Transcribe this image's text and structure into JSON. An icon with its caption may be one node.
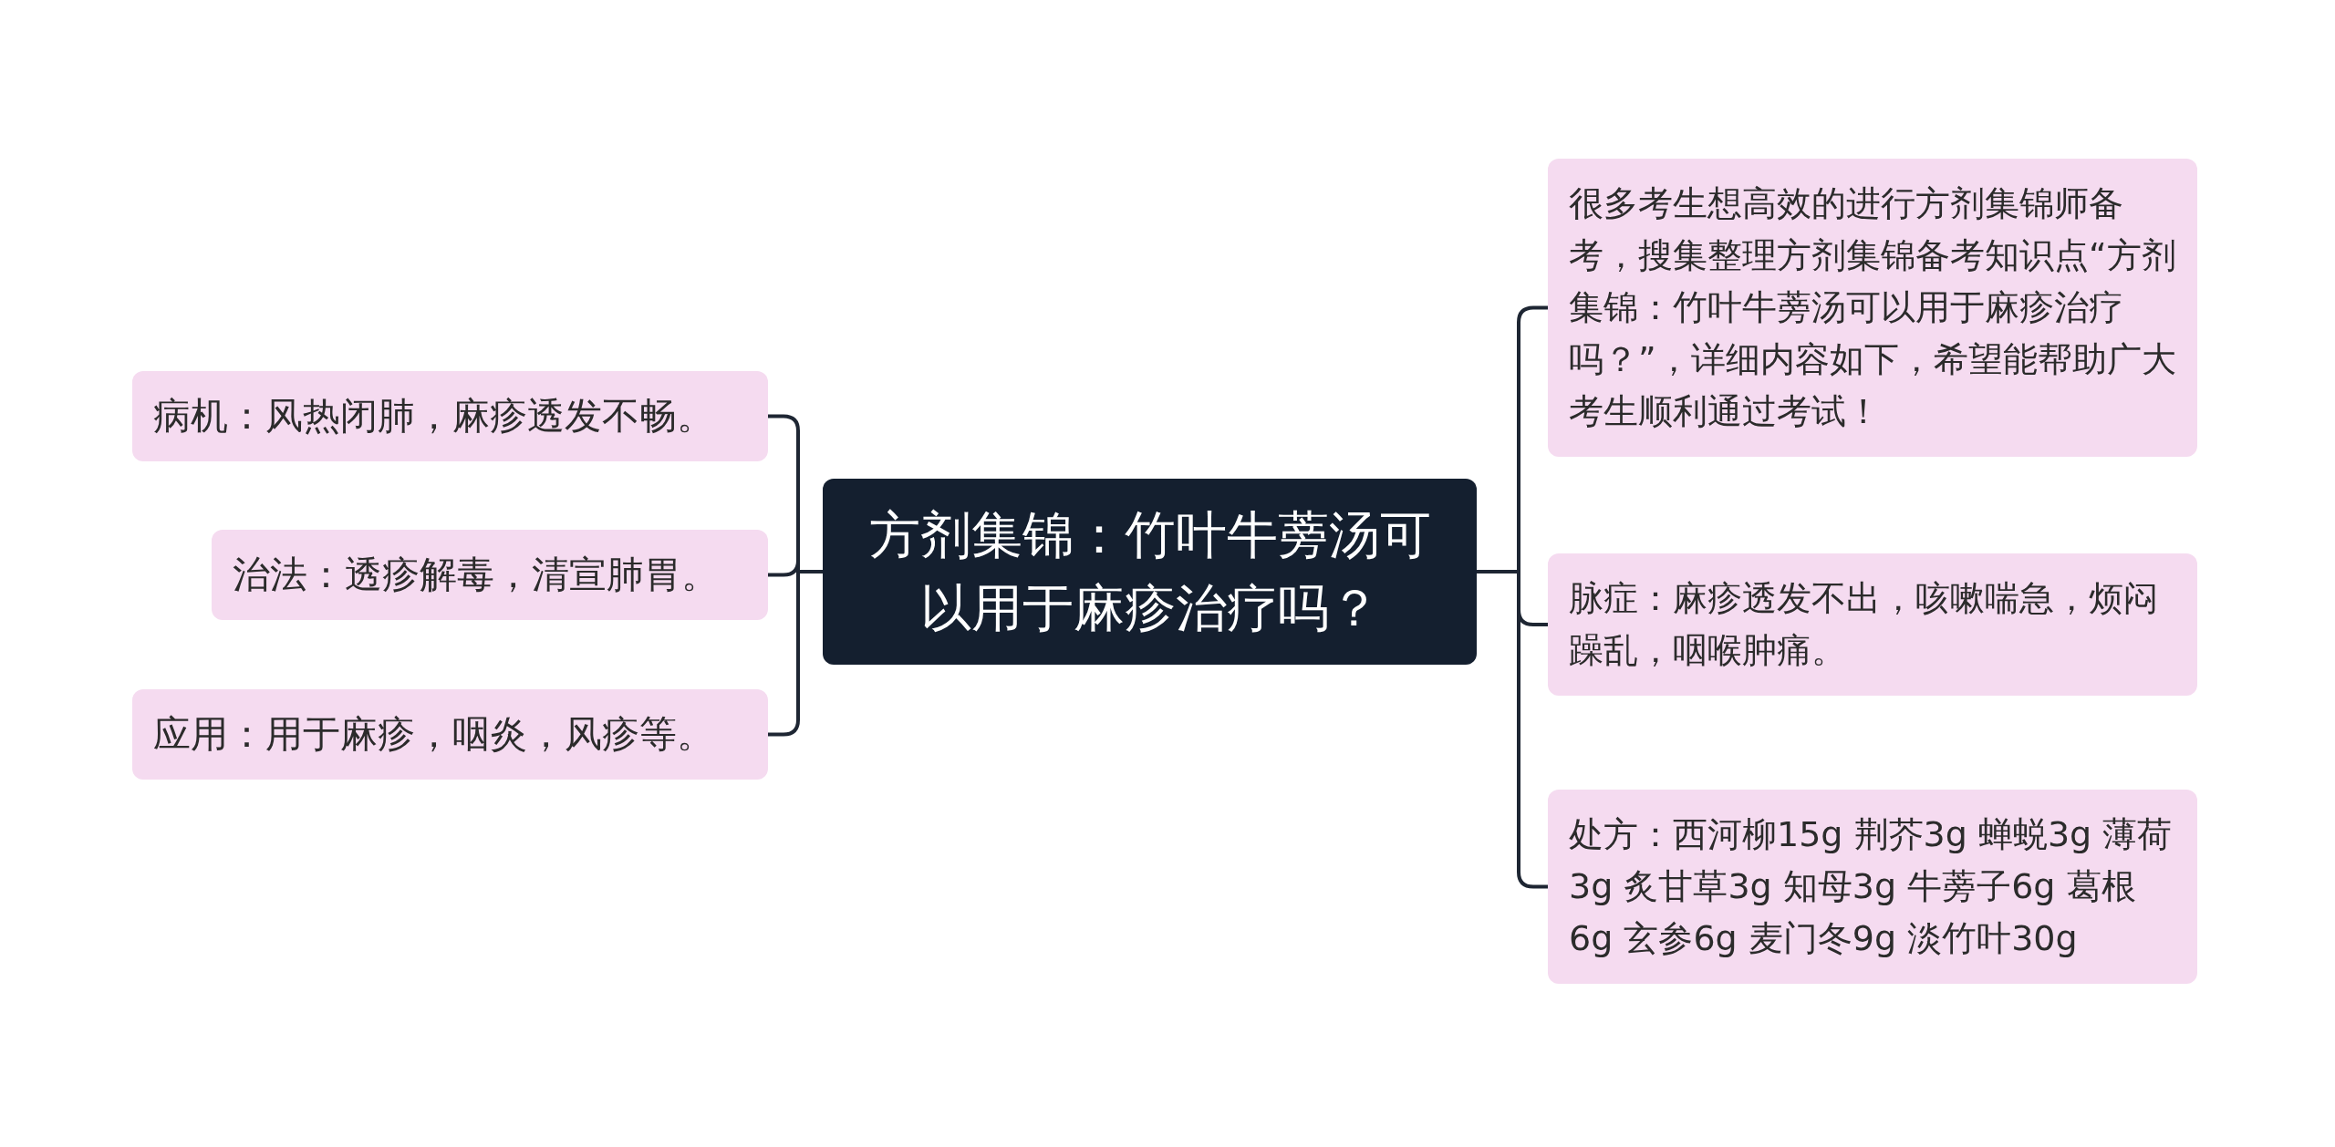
{
  "diagram": {
    "nodes": [
      {
        "text": [
          "方剂集锦：竹叶牛蒡汤可以用于麻疹治疗吗？"
        ]
      },
      {
        "text": [
          "病机：风热闭肺，麻疹透发不畅。"
        ]
      },
      {
        "text": [
          "治法：透疹解毒，清宣肺胃。"
        ]
      },
      {
        "text": [
          "应用：用于麻疹，咽炎，风疹等。"
        ]
      },
      {
        "text": [
          "很多考生想高效的进行方剂集锦师备考，搜集整理方剂集锦备考知识点“方剂集锦：竹叶牛蒡汤可以用于麻疹治疗吗？”，详细内容如下，希望能帮助广大考生顺利通过考试！"
        ]
      },
      {
        "text": [
          "脉症：麻疹透发不出，咳嗽喘急，烦闷躁乱，咽喉肿痛。"
        ]
      },
      {
        "text": [
          "处方：西河柳15g 荆芥3g 蝉蜕3g 薄荷3g 炙甘草3g 知母3g 牛蒡子6g 葛根6g 玄参6g 麦门冬9g 淡竹叶30g"
        ]
      }
    ],
    "edges": [
      {
        "from": 0,
        "to": 1,
        "arrow": "none"
      },
      {
        "from": 0,
        "to": 2,
        "arrow": "none"
      },
      {
        "from": 0,
        "to": 3,
        "arrow": "none"
      },
      {
        "from": 0,
        "to": 4,
        "arrow": "none"
      },
      {
        "from": 0,
        "to": 5,
        "arrow": "none"
      },
      {
        "from": 0,
        "to": 6,
        "arrow": "none"
      }
    ]
  }
}
